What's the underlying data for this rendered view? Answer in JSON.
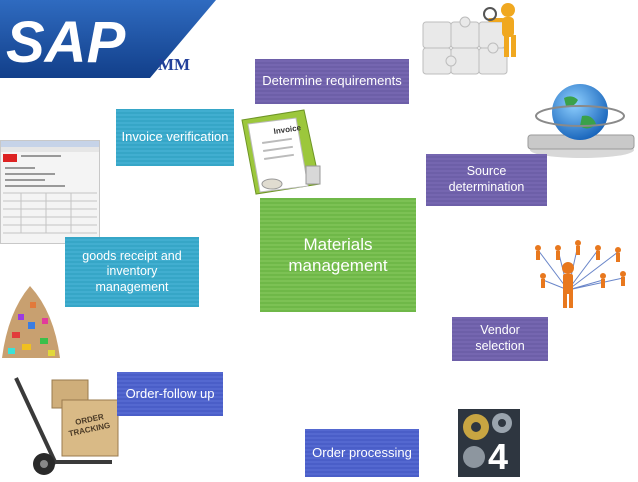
{
  "logo": {
    "text": "SAP",
    "suffix": "MM"
  },
  "center": {
    "label": "Materials management"
  },
  "steps": {
    "determine_requirements": "Determine requirements",
    "source_determination": "Source determination",
    "vendor_selection": "Vendor selection",
    "order_processing": "Order processing",
    "order_follow_up": "Order-follow up",
    "goods_receipt": "goods receipt and inventory management",
    "invoice_verification": "Invoice verification"
  },
  "images": {
    "puzzle_man": "puzzle-person-icon",
    "globe": "globe-keyboard-icon",
    "network": "people-network-icon",
    "gears": "gears-number-icon",
    "gears_number": "4",
    "dolly": "hand-truck-boxes-icon",
    "dolly_label": "ORDER TRACKING",
    "pile": "goods-pile-icon",
    "screenshot": "sap-screen-thumbnail",
    "invoice": "invoice-folder-icon",
    "invoice_label": "Invoice"
  },
  "colors": {
    "sap_blue": "#1a4fa0",
    "mm_blue": "#23409a",
    "purple": "#6d5fa8",
    "teal": "#36a6c7",
    "blue": "#4a5ec8",
    "green": "#6fb848"
  }
}
